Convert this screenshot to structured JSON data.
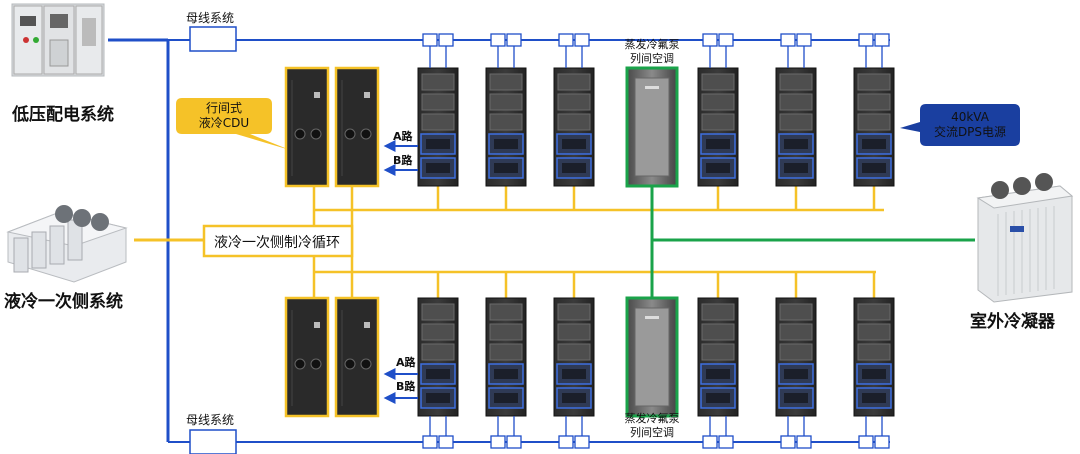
{
  "left_systems": {
    "lv_distribution": "低压配电系统",
    "liquid_primary": "液冷一次侧系统"
  },
  "right_systems": {
    "outdoor_condenser": "室外冷凝器"
  },
  "busbar": {
    "top_label": "母线系统",
    "bottom_label": "母线系统"
  },
  "callouts": {
    "cdu": "行间式\n液冷CDU",
    "dps": "40kVA\n交流DPS电源"
  },
  "loop_label": "液冷一次侧制冷循环",
  "paths": {
    "top_a": "A路",
    "top_b": "B路",
    "bottom_a": "A路",
    "bottom_b": "B路"
  },
  "crac": {
    "top": "蒸发冷氟泵\n列间空调",
    "bottom": "蒸发冷氟泵\n列间空调"
  },
  "colors": {
    "power_line": "#1f4fc8",
    "liquid_line": "#f5c228",
    "refrigerant_line": "#1aa34a",
    "cdu_callout": "#f5c228",
    "dps_callout": "#1a3fa0"
  }
}
